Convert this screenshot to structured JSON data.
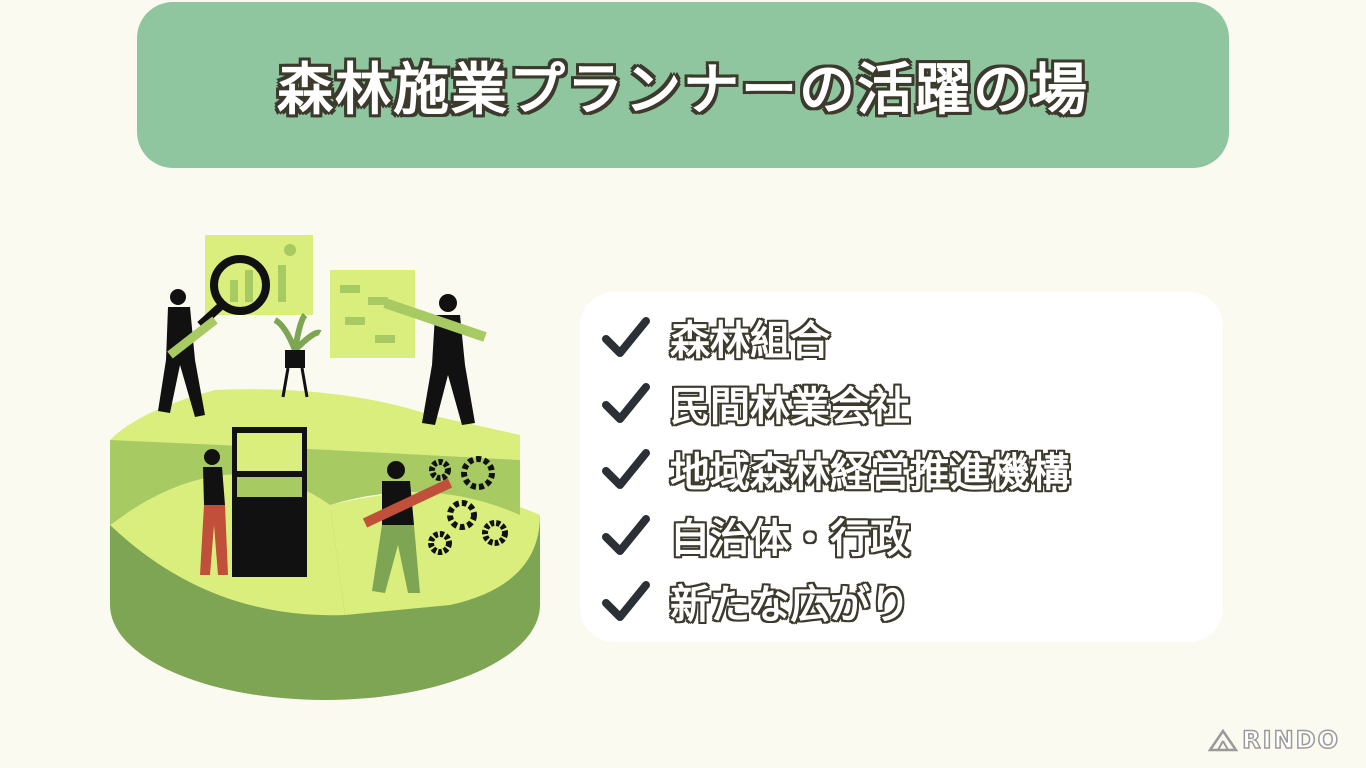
{
  "title": "森林施業プランナーの活躍の場",
  "items": [
    {
      "label": "森林組合",
      "icon": "check-icon"
    },
    {
      "label": "民間林業会社",
      "icon": "check-icon"
    },
    {
      "label": "地域森林経営推進機構",
      "icon": "check-icon"
    },
    {
      "label": "自治体・行政",
      "icon": "check-icon"
    },
    {
      "label": "新たな広がり",
      "icon": "check-icon"
    }
  ],
  "logo": {
    "text": "RINDO",
    "icon": "mountain-logo-icon"
  },
  "colors": {
    "background": "#fbfaf0",
    "banner": "#8fc6a0",
    "outline": "#3c3a2c",
    "pie_light": "#d9ee7c",
    "pie_mid": "#a7ca62",
    "pie_dark": "#7ea553",
    "check": "#2b2f36"
  }
}
